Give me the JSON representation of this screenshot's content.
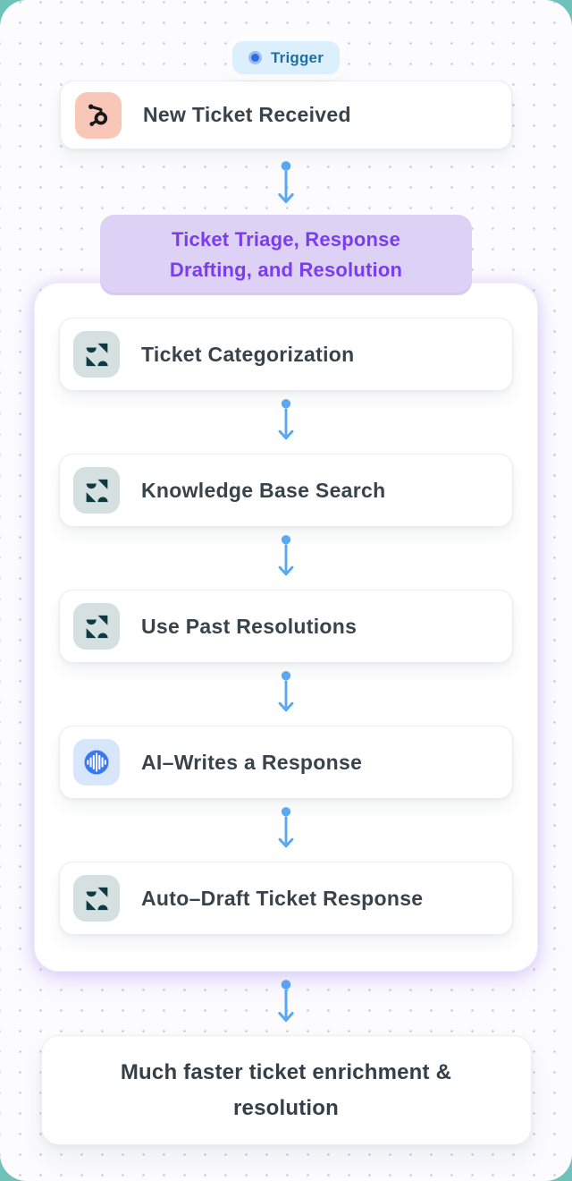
{
  "page": {
    "type": "automation-workflow-diagram",
    "colors": {
      "outside_corners": "#6fc2ba",
      "canvas_bg": "#fcfcfe",
      "dot_grid": "#c7cdd7",
      "arrow": "#58a8f2",
      "badge_bg": "#dceffd",
      "badge_text": "#1c6ea9",
      "badge_dot": "#2f6be2",
      "group_label_bg": "#ddd2f5",
      "group_label_text": "#7a3ded",
      "hubspot_tile": "#f9c7b7",
      "hubspot_glyph": "#17181c",
      "zendesk_tile": "#d4e1e0",
      "zendesk_glyph": "#0e3a41",
      "ai_tile": "#d8e6fb",
      "ai_circle": "#3a78f0",
      "card_title_text": "#39434c"
    }
  },
  "trigger": {
    "badge_label": "Trigger",
    "badge_icon": "trigger-dot-icon",
    "title": "New Ticket Received",
    "icon": "hubspot-sprocket-icon"
  },
  "group": {
    "label_lines": [
      "Ticket Triage, Response",
      "Drafting, and Resolution"
    ],
    "steps": [
      {
        "title": "Ticket Categorization",
        "icon": "zendesk-icon"
      },
      {
        "title": "Knowledge Base Search",
        "icon": "zendesk-icon"
      },
      {
        "title": "Use Past Resolutions",
        "icon": "zendesk-icon"
      },
      {
        "title": "AI–Writes a Response",
        "icon": "ai-waveform-icon"
      },
      {
        "title": "Auto–Draft Ticket Response",
        "icon": "zendesk-icon"
      }
    ]
  },
  "outcome": {
    "title_lines": [
      "Much faster ticket enrichment &",
      "resolution"
    ]
  },
  "connectors": {
    "style": "dot-stem-chevron",
    "count": 6
  }
}
